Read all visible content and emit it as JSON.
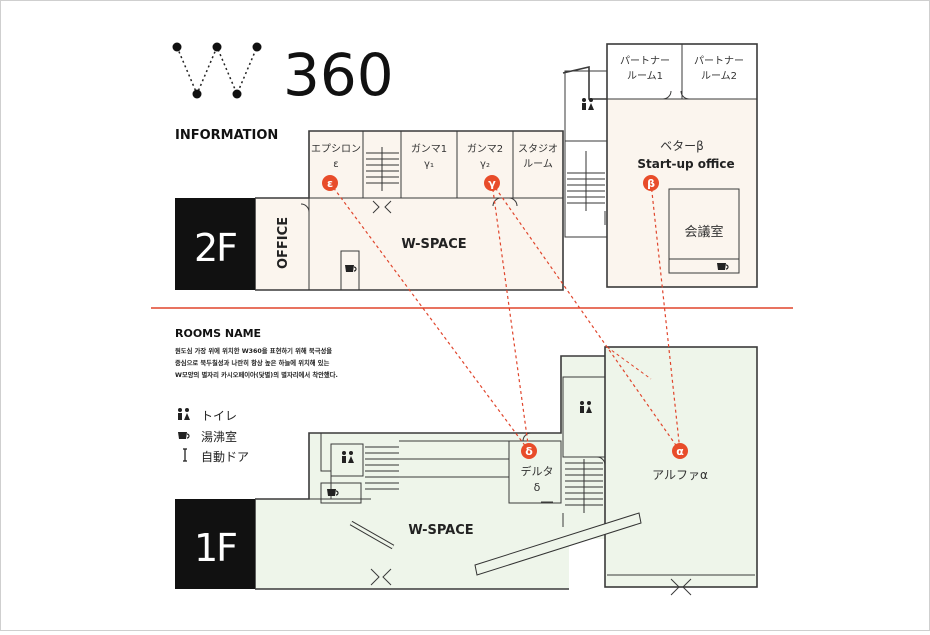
{
  "brand": {
    "logo_text": "360",
    "logo_letter": "W"
  },
  "info_heading": "INFORMATION",
  "floors": {
    "second": "2F",
    "first": "1F"
  },
  "colors": {
    "floor2_fill": "#fbf5ee",
    "floor1_fill": "#eef5ea",
    "divider": "#e0452c",
    "marker": "#e84c2a",
    "label_block": "#111111"
  },
  "rooms_2f": {
    "partner1": "パートナー\nルーム1",
    "partner2": "パートナー\nルーム2",
    "beta_line1": "ベターβ",
    "beta_line2": "Start-up office",
    "meeting": "会議室",
    "epsilon": "エプシロン\nε",
    "gamma1": "ガンマ1\nγ₁",
    "gamma2": "ガンマ2\nγ₂",
    "studio": "スタジオ\nルーム",
    "wspace": "W-SPACE",
    "office": "OFFICE"
  },
  "rooms_1f": {
    "delta": "デルタ\nδ",
    "alpha": "アルファα",
    "wspace": "W-SPACE"
  },
  "markers": [
    "ε",
    "γ",
    "β",
    "δ",
    "α"
  ],
  "rooms_name": {
    "heading": "ROOMS NAME",
    "body_lines": [
      "원도심 가장 위에 위치한 W360을 표현하기 위해 북극성을",
      "중심으로 북두칠성과 나란히 항상 높은 하늘에 위치해 있는",
      "W모양의 별자리 카시오페이아(닻별)의 별자리에서 착안했다."
    ]
  },
  "legend": [
    {
      "icon": "toilet-icon",
      "label": "トイレ"
    },
    {
      "icon": "cup-icon",
      "label": "湯沸室"
    },
    {
      "icon": "auto-door-icon",
      "label": "自動ドア"
    }
  ]
}
